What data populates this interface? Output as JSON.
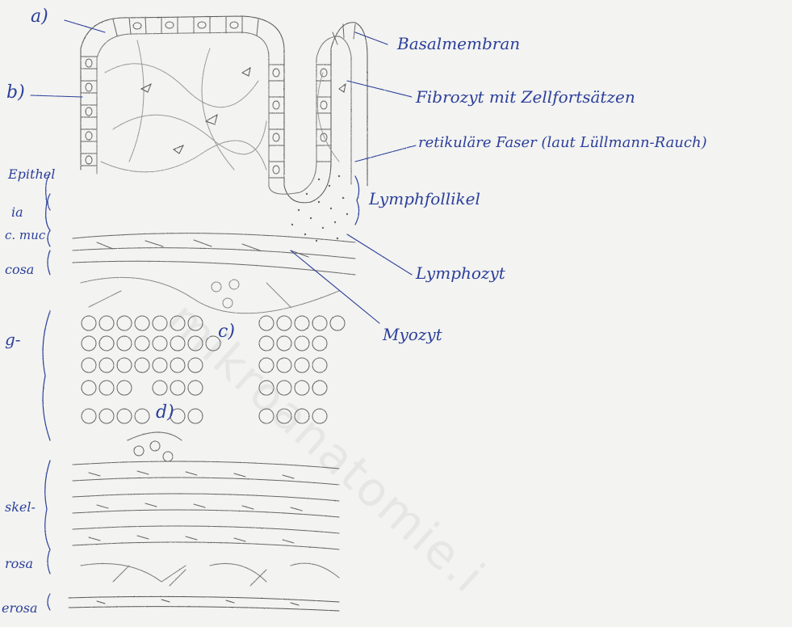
{
  "letters": {
    "a": "a)",
    "b": "b)",
    "c": "c)",
    "d": "d)"
  },
  "right_labels": {
    "basalmembran": "Basalmembran",
    "fibrozyt": "Fibrozyt mit Zellfortsätzen",
    "faser": "retikuläre Faser (laut Lüllmann-Rauch)",
    "lymphfollikel": "Lymphfollikel",
    "lymphozyt": "Lymphozyt",
    "myozyt": "Myozyt"
  },
  "left_labels": {
    "epithel": "Epithel",
    "propria": "ia",
    "lam_musc": "c. muc",
    "submucosa": "cosa",
    "gland": "g-",
    "muskel": "skel-",
    "subserosa": "rosa",
    "serosa": "erosa"
  },
  "watermark": "mikroanatomie.i"
}
